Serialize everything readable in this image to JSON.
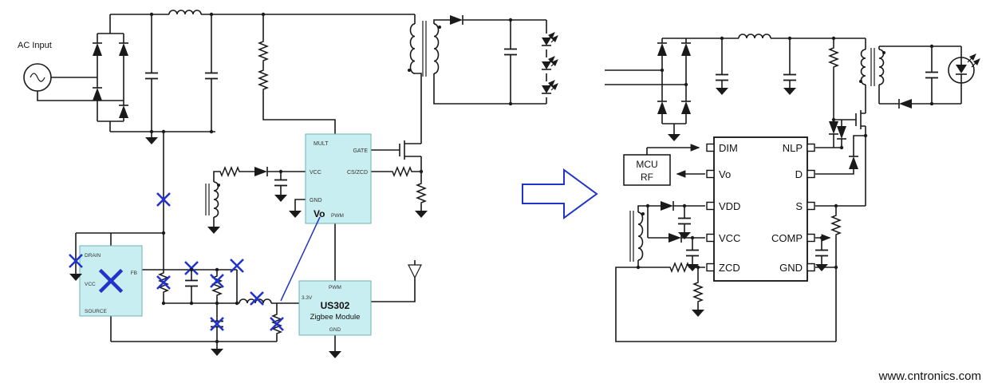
{
  "page": {
    "watermark": "www.cntronics.com"
  },
  "colors": {
    "accent_blue": "#2233cc",
    "block_cyan": "#c9eef1",
    "block_border": "#6fb1b5",
    "watermark_green": "#a8d08d",
    "line": "#1a1a1a"
  },
  "left_circuit": {
    "ac_input_label": "AC Input",
    "pfc_controller": {
      "pin_mult": "MULT",
      "pin_gate": "GATE",
      "pin_vcc": "VCC",
      "pin_cszcd": "CS/ZCD",
      "pin_gnd": "GND",
      "vo_label": "Vo",
      "pin_pwm": "PWM"
    },
    "aux_regulator": {
      "pin_drain": "DRAIN",
      "pin_fb": "FB",
      "pin_vcc": "VCC",
      "pin_source": "SOURCE"
    },
    "zigbee_module": {
      "pin_pwm": "PWM",
      "pin_3v3": "3.3V",
      "name": "US302",
      "subtitle": "Zigbee Module",
      "pin_gnd": "GND"
    }
  },
  "right_circuit": {
    "mcu_block": {
      "line1": "MCU",
      "line2": "RF"
    },
    "driver_ic": {
      "left_pins": [
        "DIM",
        "Vo",
        "VDD",
        "VCC",
        "ZCD"
      ],
      "right_pins": [
        "NLP",
        "D",
        "S",
        "COMP",
        "GND"
      ]
    }
  }
}
